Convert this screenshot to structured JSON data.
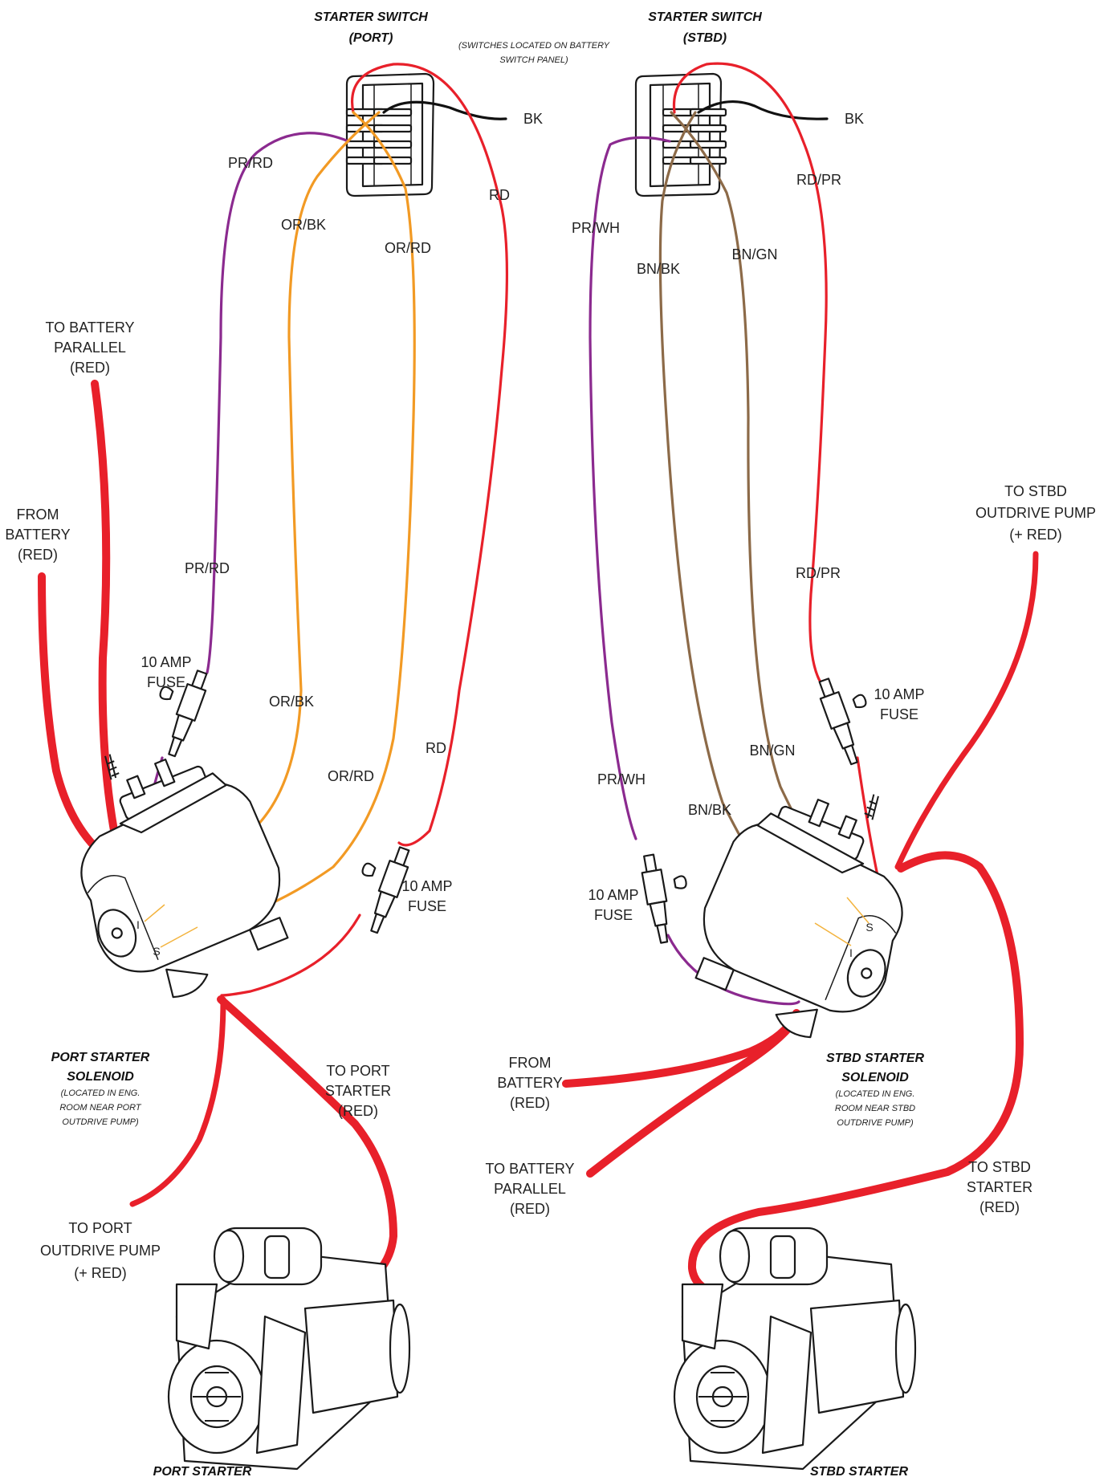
{
  "colors": {
    "red": "#e8202a",
    "purple": "#8b2a8f",
    "orange": "#f29a24",
    "brown": "#8c6a48",
    "black": "#111111",
    "terminal_line": "#f3b33d"
  },
  "switches": {
    "port": {
      "title_line1": "STARTER SWITCH",
      "title_line2": "(PORT)"
    },
    "stbd": {
      "title_line1": "STARTER SWITCH",
      "title_line2": "(STBD)"
    },
    "note_line1": "(SWITCHES LOCATED ON BATTERY",
    "note_line2": "SWITCH PANEL)"
  },
  "wire_labels": {
    "port_bk": "BK",
    "port_rd_top": "RD",
    "port_prrd_top": "PR/RD",
    "port_orbk_top": "OR/BK",
    "port_orrd_top": "OR/RD",
    "port_prrd_mid": "PR/RD",
    "port_orbk_mid": "OR/BK",
    "port_orrd_mid": "OR/RD",
    "port_rd_mid": "RD",
    "stbd_bk": "BK",
    "stbd_rdpr_top": "RD/PR",
    "stbd_prwh_top": "PR/WH",
    "stbd_bnbk_top": "BN/BK",
    "stbd_bngn_top": "BN/GN",
    "stbd_rdpr_mid": "RD/PR",
    "stbd_prwh_mid": "PR/WH",
    "stbd_bnbk_mid": "BN/BK",
    "stbd_bngn_mid": "BN/GN"
  },
  "fuses": {
    "port_upper": {
      "line1": "10 AMP",
      "line2": "FUSE"
    },
    "port_lower": {
      "line1": "10 AMP",
      "line2": "FUSE"
    },
    "stbd_upper": {
      "line1": "10 AMP",
      "line2": "FUSE"
    },
    "stbd_lower": {
      "line1": "10 AMP",
      "line2": "FUSE"
    }
  },
  "callouts": {
    "port_battery_parallel": [
      "TO BATTERY",
      "PARALLEL",
      "(RED)"
    ],
    "port_from_battery": [
      "FROM",
      "BATTERY",
      "(RED)"
    ],
    "port_to_starter": [
      "TO PORT",
      "STARTER",
      "(RED)"
    ],
    "port_to_pump": [
      "TO PORT",
      "OUTDRIVE PUMP",
      "(+ RED)"
    ],
    "stbd_to_pump": [
      "TO STBD",
      "OUTDRIVE PUMP",
      "(+ RED)"
    ],
    "stbd_from_battery": [
      "FROM",
      "BATTERY",
      "(RED)"
    ],
    "stbd_battery_parallel": [
      "TO BATTERY",
      "PARALLEL",
      "(RED)"
    ],
    "stbd_to_starter": [
      "TO STBD",
      "STARTER",
      "(RED)"
    ]
  },
  "solenoids": {
    "port": {
      "title_line1": "PORT STARTER",
      "title_line2": "SOLENOID",
      "note": [
        "(LOCATED IN ENG.",
        "ROOM NEAR PORT",
        "OUTDRIVE PUMP)"
      ],
      "term_i": "I",
      "term_s": "S"
    },
    "stbd": {
      "title_line1": "STBD STARTER",
      "title_line2": "SOLENOID",
      "note": [
        "(LOCATED IN ENG.",
        "ROOM NEAR  STBD",
        "OUTDRIVE PUMP)"
      ],
      "term_i": "I",
      "term_s": "S"
    }
  },
  "starters": {
    "port": {
      "label": "PORT STARTER"
    },
    "stbd": {
      "label": "STBD STARTER"
    }
  }
}
